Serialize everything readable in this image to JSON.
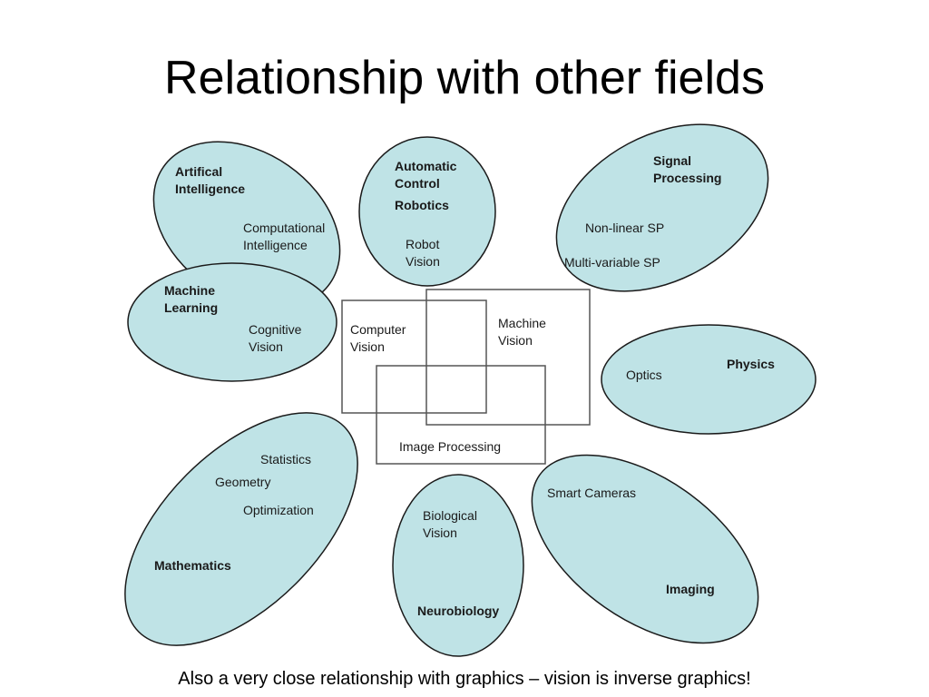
{
  "title": "Relationship with other fields",
  "caption": "Also a very close relationship with graphics – vision is inverse graphics!",
  "colors": {
    "ellipse_fill": "#bfe3e6",
    "stroke": "#1a1a1a",
    "box_stroke": "#555555"
  },
  "fields": {
    "ai": {
      "title_lines": [
        "Artifical",
        "Intelligence"
      ],
      "items": [
        [
          "Computational",
          "Intelligence"
        ]
      ]
    },
    "control": {
      "title_lines": [
        "Automatic",
        "Control"
      ],
      "subtitle": "Robotics",
      "items": [
        [
          "Robot",
          "Vision"
        ]
      ]
    },
    "signal": {
      "title_lines": [
        "Signal",
        "Processing"
      ],
      "items": [
        [
          "Non-linear SP"
        ],
        [
          "Multi-variable SP"
        ]
      ]
    },
    "ml": {
      "title_lines": [
        "Machine",
        "Learning"
      ],
      "items": [
        [
          "Cognitive",
          "Vision"
        ]
      ]
    },
    "physics": {
      "title_lines": [
        "Physics"
      ],
      "items": [
        [
          "Optics"
        ]
      ]
    },
    "math": {
      "title_lines": [
        "Mathematics"
      ],
      "items": [
        [
          "Statistics"
        ],
        [
          "Geometry"
        ],
        [
          "Optimization"
        ]
      ]
    },
    "neuro": {
      "title_lines": [
        "Neurobiology"
      ],
      "items": [
        [
          "Biological",
          "Vision"
        ]
      ]
    },
    "imaging": {
      "title_lines": [
        "Imaging"
      ],
      "items": [
        [
          "Smart Cameras"
        ]
      ]
    }
  },
  "center": {
    "computer_vision": [
      "Computer",
      "Vision"
    ],
    "machine_vision": [
      "Machine",
      "Vision"
    ],
    "image_processing": "Image Processing"
  }
}
